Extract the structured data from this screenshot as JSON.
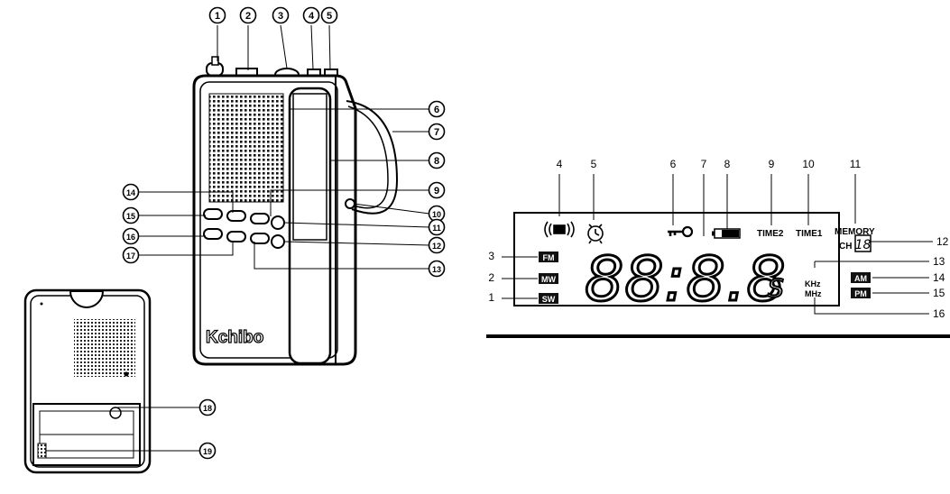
{
  "brand": "Kchibo",
  "radio_callouts": [
    "1",
    "2",
    "3",
    "4",
    "5",
    "6",
    "7",
    "8",
    "9",
    "10",
    "11",
    "12",
    "13",
    "14",
    "15",
    "16",
    "17",
    "18",
    "19"
  ],
  "lcd_callouts": [
    "1",
    "2",
    "3",
    "4",
    "5",
    "6",
    "7",
    "8",
    "9",
    "10",
    "11",
    "12",
    "13",
    "14",
    "15",
    "16"
  ],
  "lcd": {
    "bands": [
      "FM",
      "MW",
      "SW"
    ],
    "digits": "88:8.8",
    "small_digit": "S",
    "time2": "TIME2",
    "time1": "TIME1",
    "memory": "MEMORY",
    "ch": "CH",
    "ch_value": "18",
    "khz": "KHz",
    "mhz": "MHz",
    "am": "AM",
    "pm": "PM"
  }
}
